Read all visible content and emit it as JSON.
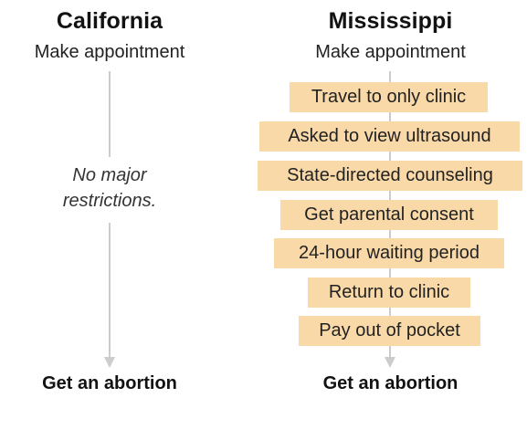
{
  "colors": {
    "step_fill": "#f9d9a8",
    "connector": "#cccccc",
    "text": "#121212"
  },
  "columns": [
    {
      "state": "California",
      "start": "Make appointment",
      "note": "No major\nrestrictions.",
      "steps": [],
      "end": "Get an abortion"
    },
    {
      "state": "Mississippi",
      "start": "Make appointment",
      "note": "",
      "steps": [
        "Travel to only clinic",
        "Asked to view ultrasound",
        "State-directed counseling",
        "Get parental consent",
        "24-hour waiting period",
        "Return to clinic",
        "Pay out of pocket"
      ],
      "end": "Get an abortion"
    }
  ]
}
